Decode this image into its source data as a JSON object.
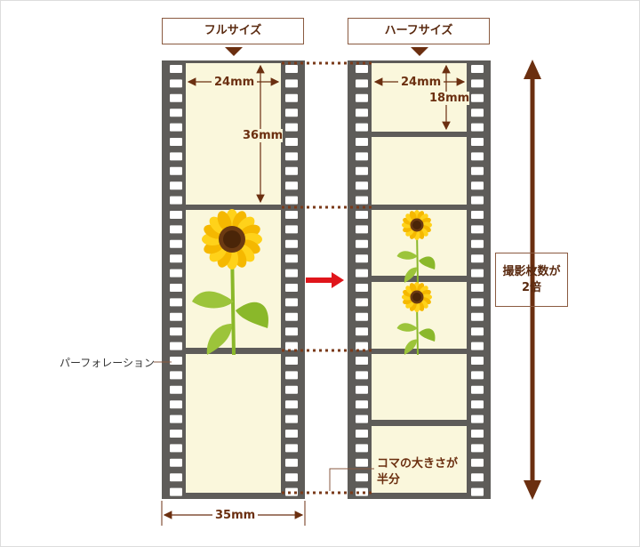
{
  "headers": {
    "full": "フルサイズ",
    "half": "ハーフサイズ"
  },
  "dimensions": {
    "full_width": "24mm",
    "full_height": "36mm",
    "half_width": "24mm",
    "half_height": "18mm",
    "film_width": "35mm"
  },
  "labels": {
    "perforation": "パーフォレーション",
    "half_frame_line1": "コマの大きさが",
    "half_frame_line2": "半分",
    "shots_line1": "撮影枚数が",
    "shots_line2": "2倍"
  },
  "colors": {
    "film": "#5e5c59",
    "frame": "#faf7dc",
    "accent": "#6b2f10",
    "arrow": "#e0151b"
  }
}
